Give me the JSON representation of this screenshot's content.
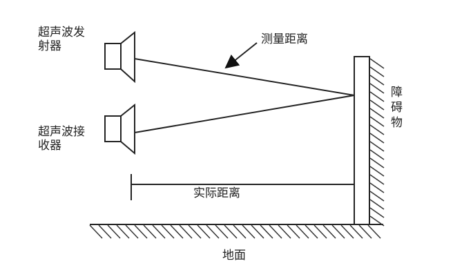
{
  "labels": {
    "transmitter": "超声波发射器",
    "transmitter_l1": "超声波发",
    "transmitter_l2": "射器",
    "receiver_l1": "超声波接",
    "receiver_l2": "收器",
    "measured": "测量距离",
    "actual": "实际距离",
    "obstacle_l1": "障",
    "obstacle_l2": "碍",
    "obstacle_l3": "物",
    "ground": "地面"
  }
}
